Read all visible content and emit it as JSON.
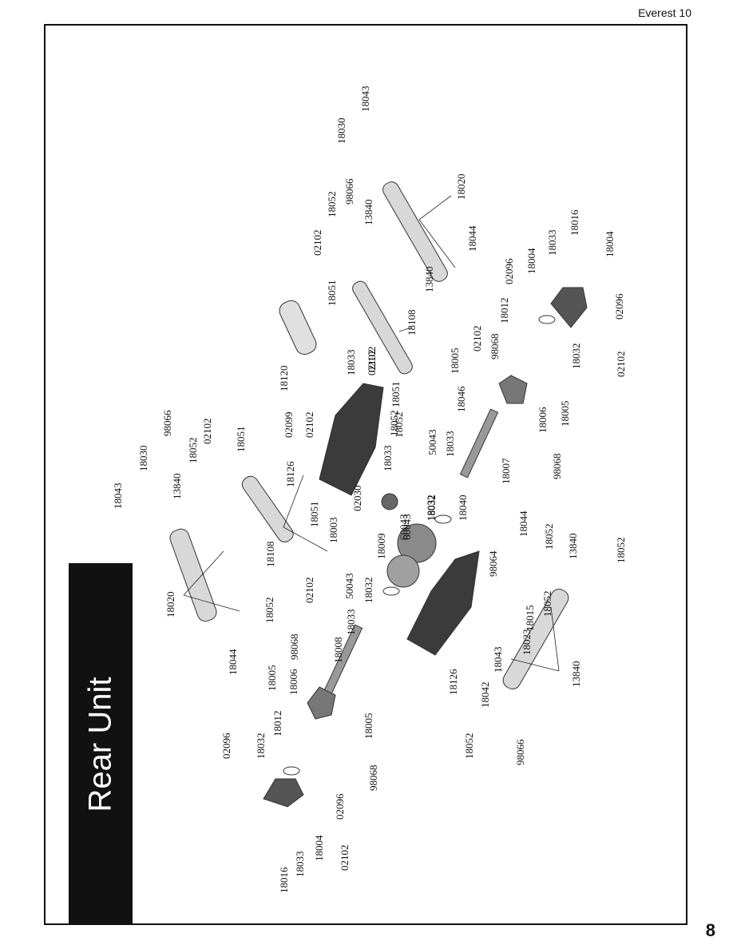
{
  "header": {
    "title": "Everest 10"
  },
  "page": {
    "number": "8"
  },
  "section": {
    "title": "Rear Unit"
  },
  "labels": [
    "18043",
    "18030",
    "13840",
    "98066",
    "18052",
    "02102",
    "18051",
    "18020",
    "18108",
    "18044",
    "02102",
    "18052",
    "02102",
    "18033",
    "18120",
    "02099",
    "02102",
    "18126",
    "18051",
    "18003",
    "02030",
    "18009",
    "60043",
    "18032",
    "50043",
    "18033",
    "18032",
    "18008",
    "18005",
    "18006",
    "18012",
    "98068",
    "02096",
    "18032",
    "18016",
    "18033",
    "18004",
    "02102",
    "02096",
    "18005",
    "98068",
    "18043",
    "18030",
    "98066",
    "13840",
    "18052",
    "02102",
    "18051",
    "18020",
    "18044",
    "13840",
    "18108",
    "18051",
    "02102",
    "18052",
    "02102",
    "18005",
    "18046",
    "98068",
    "18012",
    "02096",
    "18004",
    "18033",
    "18016",
    "18004",
    "02096",
    "18032",
    "02102",
    "18006",
    "18005",
    "18007",
    "98068",
    "50043",
    "18033",
    "18052",
    "18033",
    "18040",
    "18032",
    "60043",
    "98064",
    "18044",
    "18052",
    "13840",
    "18052",
    "18015",
    "18052",
    "18023",
    "13840",
    "18042",
    "18052",
    "98066",
    "18043",
    "18126"
  ],
  "icons": [
    "exploded-parts-diagram"
  ]
}
